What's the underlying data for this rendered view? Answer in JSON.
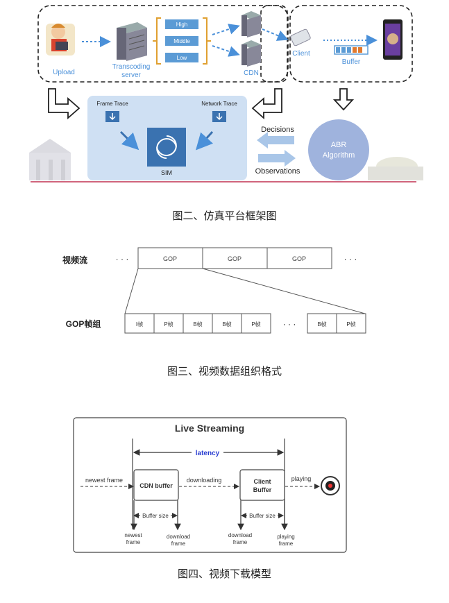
{
  "figure2": {
    "caption": "图二、仿真平台框架图",
    "upload": "Upload",
    "transcoding_line1": "Transcoding",
    "transcoding_line2": "server",
    "quality_high": "High",
    "quality_middle": "Middle",
    "quality_low": "Low",
    "cdn": "CDN",
    "client": "Client",
    "buffer": "Buffer",
    "frame_trace": "Frame Trace",
    "network_trace": "Network Trace",
    "sim": "SIM",
    "decisions": "Decisions",
    "observations": "Observations",
    "abr_line1": "ABR",
    "abr_line2": "Algorithm"
  },
  "figure3": {
    "caption": "图三、视频数据组织格式",
    "video_stream_label": "视频流",
    "gop_frames_label": "GOP帧组",
    "ellipsis": "· · ·",
    "gop_label": "GOP",
    "frames_left": [
      "I帧",
      "P帧",
      "B帧",
      "B帧",
      "P帧"
    ],
    "frames_right": [
      "B帧",
      "P帧"
    ]
  },
  "figure4": {
    "caption": "图四、视频下载模型",
    "title": "Live Streaming",
    "latency": "latency",
    "newest_frame_in": "newest frame",
    "cdn_buffer": "CDN buffer",
    "downloading": "downloading",
    "client_buffer_line1": "Client",
    "client_buffer_line2": "Buffer",
    "playing": "playing",
    "buffer_size": "Buffer size",
    "newest_line1": "newest",
    "newest_line2": "frame",
    "download_line1": "download",
    "download_line2": "frame",
    "playing_line1": "playing",
    "playing_line2": "frame",
    "colors": {
      "latency": "#2b3fd1",
      "sim_panel": "#cfe0f3",
      "abr": "#9fb3dd"
    }
  }
}
